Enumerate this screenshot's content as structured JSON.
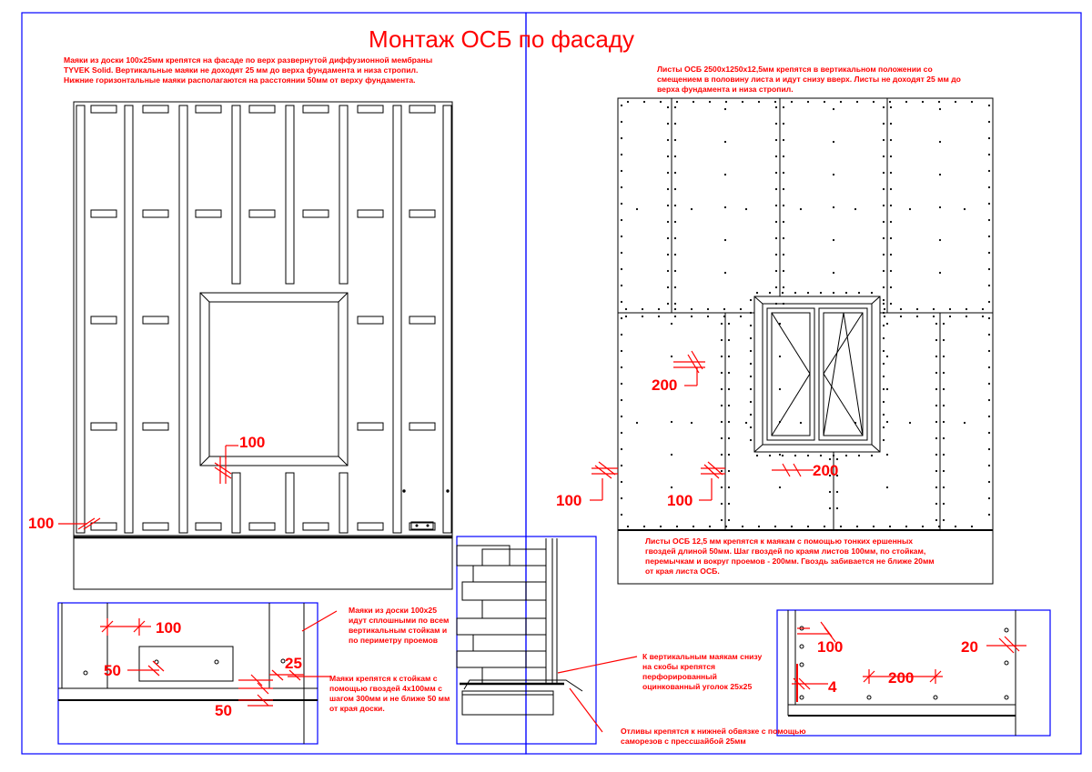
{
  "title": "Монтаж ОСБ по фасаду",
  "notes": {
    "left_top": "Маяки из доски 100х25мм крепятся на фасаде по верх развернутой диффузионной мембраны TYVEK Solid. Вертикальные маяки не доходят 25 мм до верха фундамента и низа стропил. Нижние горизонтальные маяки располагаются на расстоянии 50мм от верху фундамента.",
    "right_top": "Листы ОСБ 2500х1250х12,5мм крепятся в вертикальном положении со смещением в половину листа и идут снизу вверх. Листы не доходят 25 мм до верха фундамента и низа стропил.",
    "right_bottom": "Листы ОСБ 12,5 мм крепятся к маякам с помощью тонких ершенных гвоздей длиной 50мм. Шаг гвоздей по краям листов 100мм, по стойкам, перемычкам и вокруг проемов - 200мм. Гвоздь забивается не ближе 20мм от края листа ОСБ.",
    "detail_left_right": "Маяки из доски 100х25 идут сплошными по всем вертикальным стойкам и по периметру проемов",
    "detail_left_bottom": "Маяки крепятся к стойкам с помощью гвоздей 4х100мм с шагом 300мм и не ближе 50 мм от края доски.",
    "section_upper": "К вертикальным маякам снизу на скобы крепятся перфорированный оцинкованный уголок 25х25",
    "section_lower": "Отливы крепятся к нижней обвязке с помощью саморезов с прессшайбой 25мм"
  },
  "dimensions": {
    "left_window": "100",
    "left_corner": "100",
    "right_200_upper": "200",
    "right_100_left": "100",
    "right_100_mid": "100",
    "right_200_window": "200",
    "detail_left_100": "100",
    "detail_left_50_a": "50",
    "detail_left_25": "25",
    "detail_left_50_b": "50",
    "detail_right_100": "100",
    "detail_right_20": "20",
    "detail_right_4": "4",
    "detail_right_200": "200"
  },
  "colors": {
    "line": "#000000",
    "annotation": "#ff0000",
    "frame": "#0000ff"
  }
}
